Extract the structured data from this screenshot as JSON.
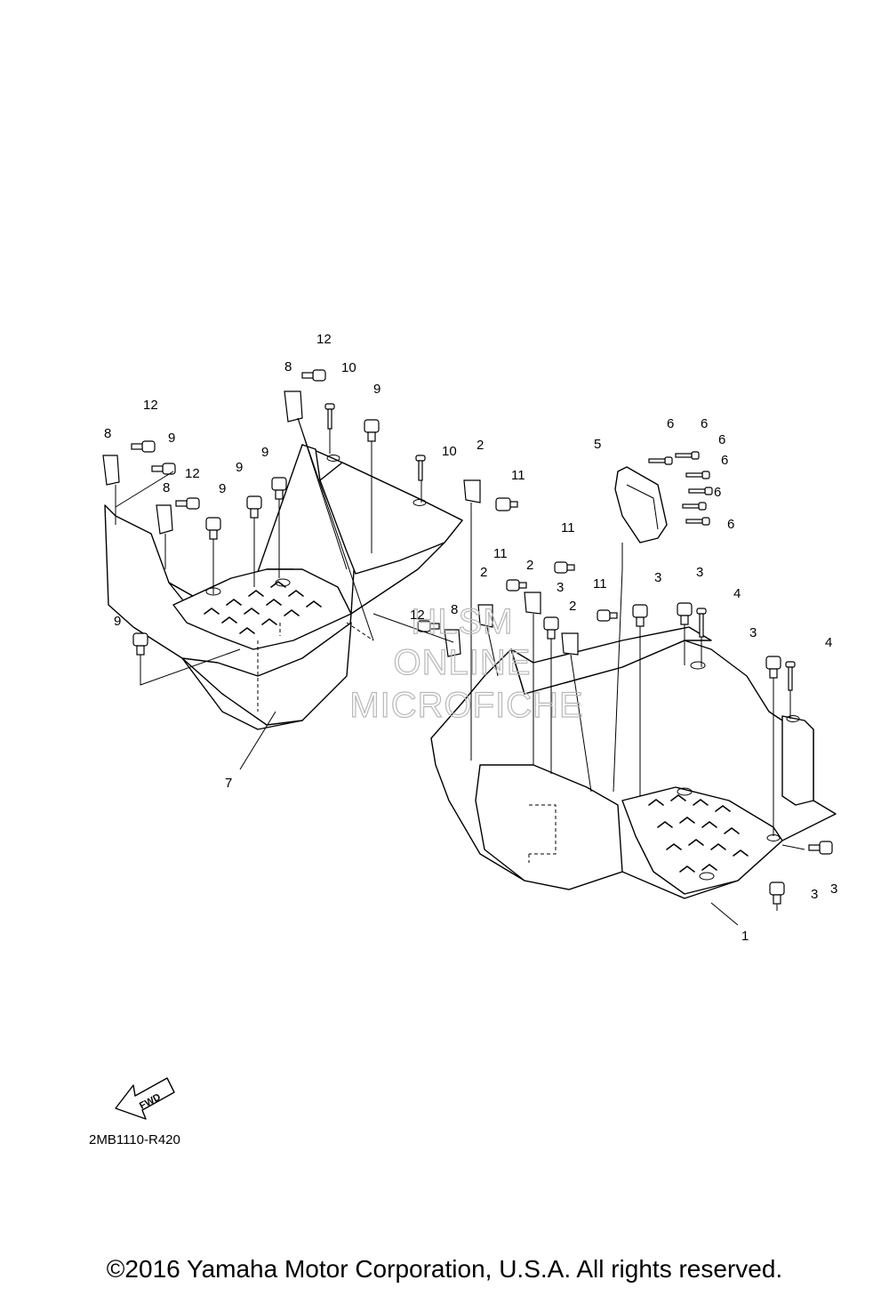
{
  "diagram": {
    "ref_code": "2MB1110-R420",
    "fwd_label": "FWD",
    "watermark": [
      "HLSM",
      "ONLINE",
      "MICROFICHE"
    ],
    "callouts": [
      {
        "id": "c1",
        "label": "1"
      },
      {
        "id": "c2a",
        "label": "2"
      },
      {
        "id": "c2b",
        "label": "2"
      },
      {
        "id": "c2c",
        "label": "2"
      },
      {
        "id": "c2d",
        "label": "2"
      },
      {
        "id": "c3a",
        "label": "3"
      },
      {
        "id": "c3b",
        "label": "3"
      },
      {
        "id": "c3c",
        "label": "3"
      },
      {
        "id": "c3d",
        "label": "3"
      },
      {
        "id": "c3e",
        "label": "3"
      },
      {
        "id": "c3f",
        "label": "3"
      },
      {
        "id": "c4a",
        "label": "4"
      },
      {
        "id": "c4b",
        "label": "4"
      },
      {
        "id": "c5",
        "label": "5"
      },
      {
        "id": "c6a",
        "label": "6"
      },
      {
        "id": "c6b",
        "label": "6"
      },
      {
        "id": "c6c",
        "label": "6"
      },
      {
        "id": "c6d",
        "label": "6"
      },
      {
        "id": "c6e",
        "label": "6"
      },
      {
        "id": "c6f",
        "label": "6"
      },
      {
        "id": "c7",
        "label": "7"
      },
      {
        "id": "c8a",
        "label": "8"
      },
      {
        "id": "c8b",
        "label": "8"
      },
      {
        "id": "c8c",
        "label": "8"
      },
      {
        "id": "c8d",
        "label": "8"
      },
      {
        "id": "c9a",
        "label": "9"
      },
      {
        "id": "c9b",
        "label": "9"
      },
      {
        "id": "c9c",
        "label": "9"
      },
      {
        "id": "c9d",
        "label": "9"
      },
      {
        "id": "c9e",
        "label": "9"
      },
      {
        "id": "c9f",
        "label": "9"
      },
      {
        "id": "c10a",
        "label": "10"
      },
      {
        "id": "c10b",
        "label": "10"
      },
      {
        "id": "c11a",
        "label": "11"
      },
      {
        "id": "c11b",
        "label": "11"
      },
      {
        "id": "c11c",
        "label": "11"
      },
      {
        "id": "c11d",
        "label": "11"
      },
      {
        "id": "c12a",
        "label": "12"
      },
      {
        "id": "c12b",
        "label": "12"
      },
      {
        "id": "c12c",
        "label": "12"
      },
      {
        "id": "c12d",
        "label": "12"
      }
    ]
  },
  "footer": {
    "copyright": "©2016 Yamaha Motor Corporation, U.S.A. All rights reserved."
  }
}
